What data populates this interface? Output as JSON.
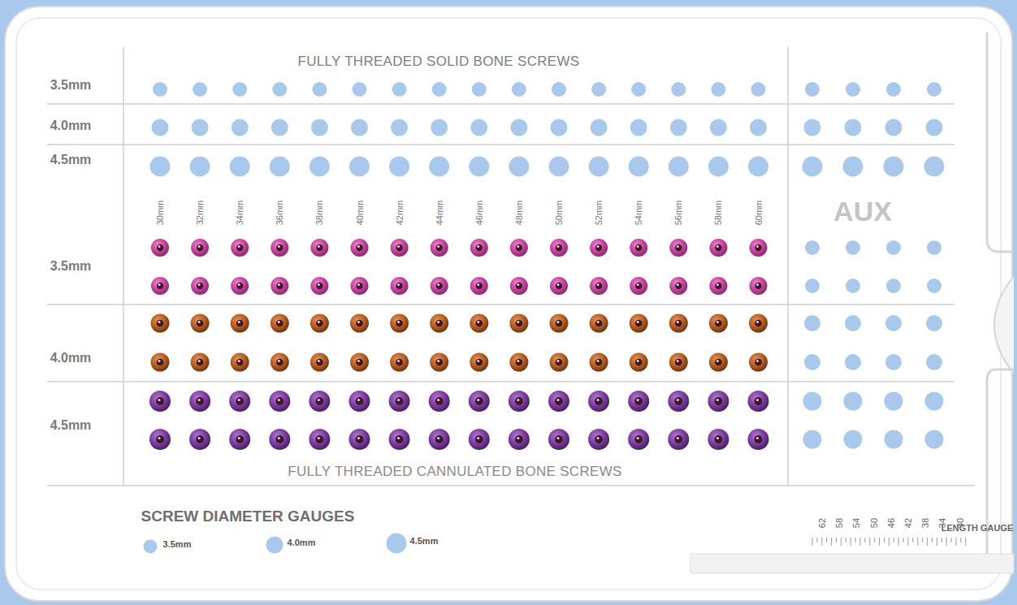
{
  "diagram": {
    "labels": [
      "FULLY THREADED SOLID BONE SCREWS",
      "3.5mm",
      "4.0mm",
      "4.5mm",
      "30mm",
      "32mm",
      "34mm",
      "36mm",
      "38mm",
      "40mm",
      "42mm",
      "44mm",
      "46mm",
      "48mm",
      "50mm",
      "52mm",
      "54mm",
      "56mm",
      "58mm",
      "60mm",
      "AUX",
      "3.5mm",
      "4.0mm",
      "4.5mm",
      "FULLY THREADED CANNULATED BONE SCREWS",
      "SCREW DIAMETER GAUGES",
      "3.5mm",
      "4.0mm",
      "4.5mm",
      "62",
      "58",
      "54",
      "50",
      "46",
      "42",
      "38",
      "34",
      "30",
      "LENGTH GAUGE"
    ]
  }
}
